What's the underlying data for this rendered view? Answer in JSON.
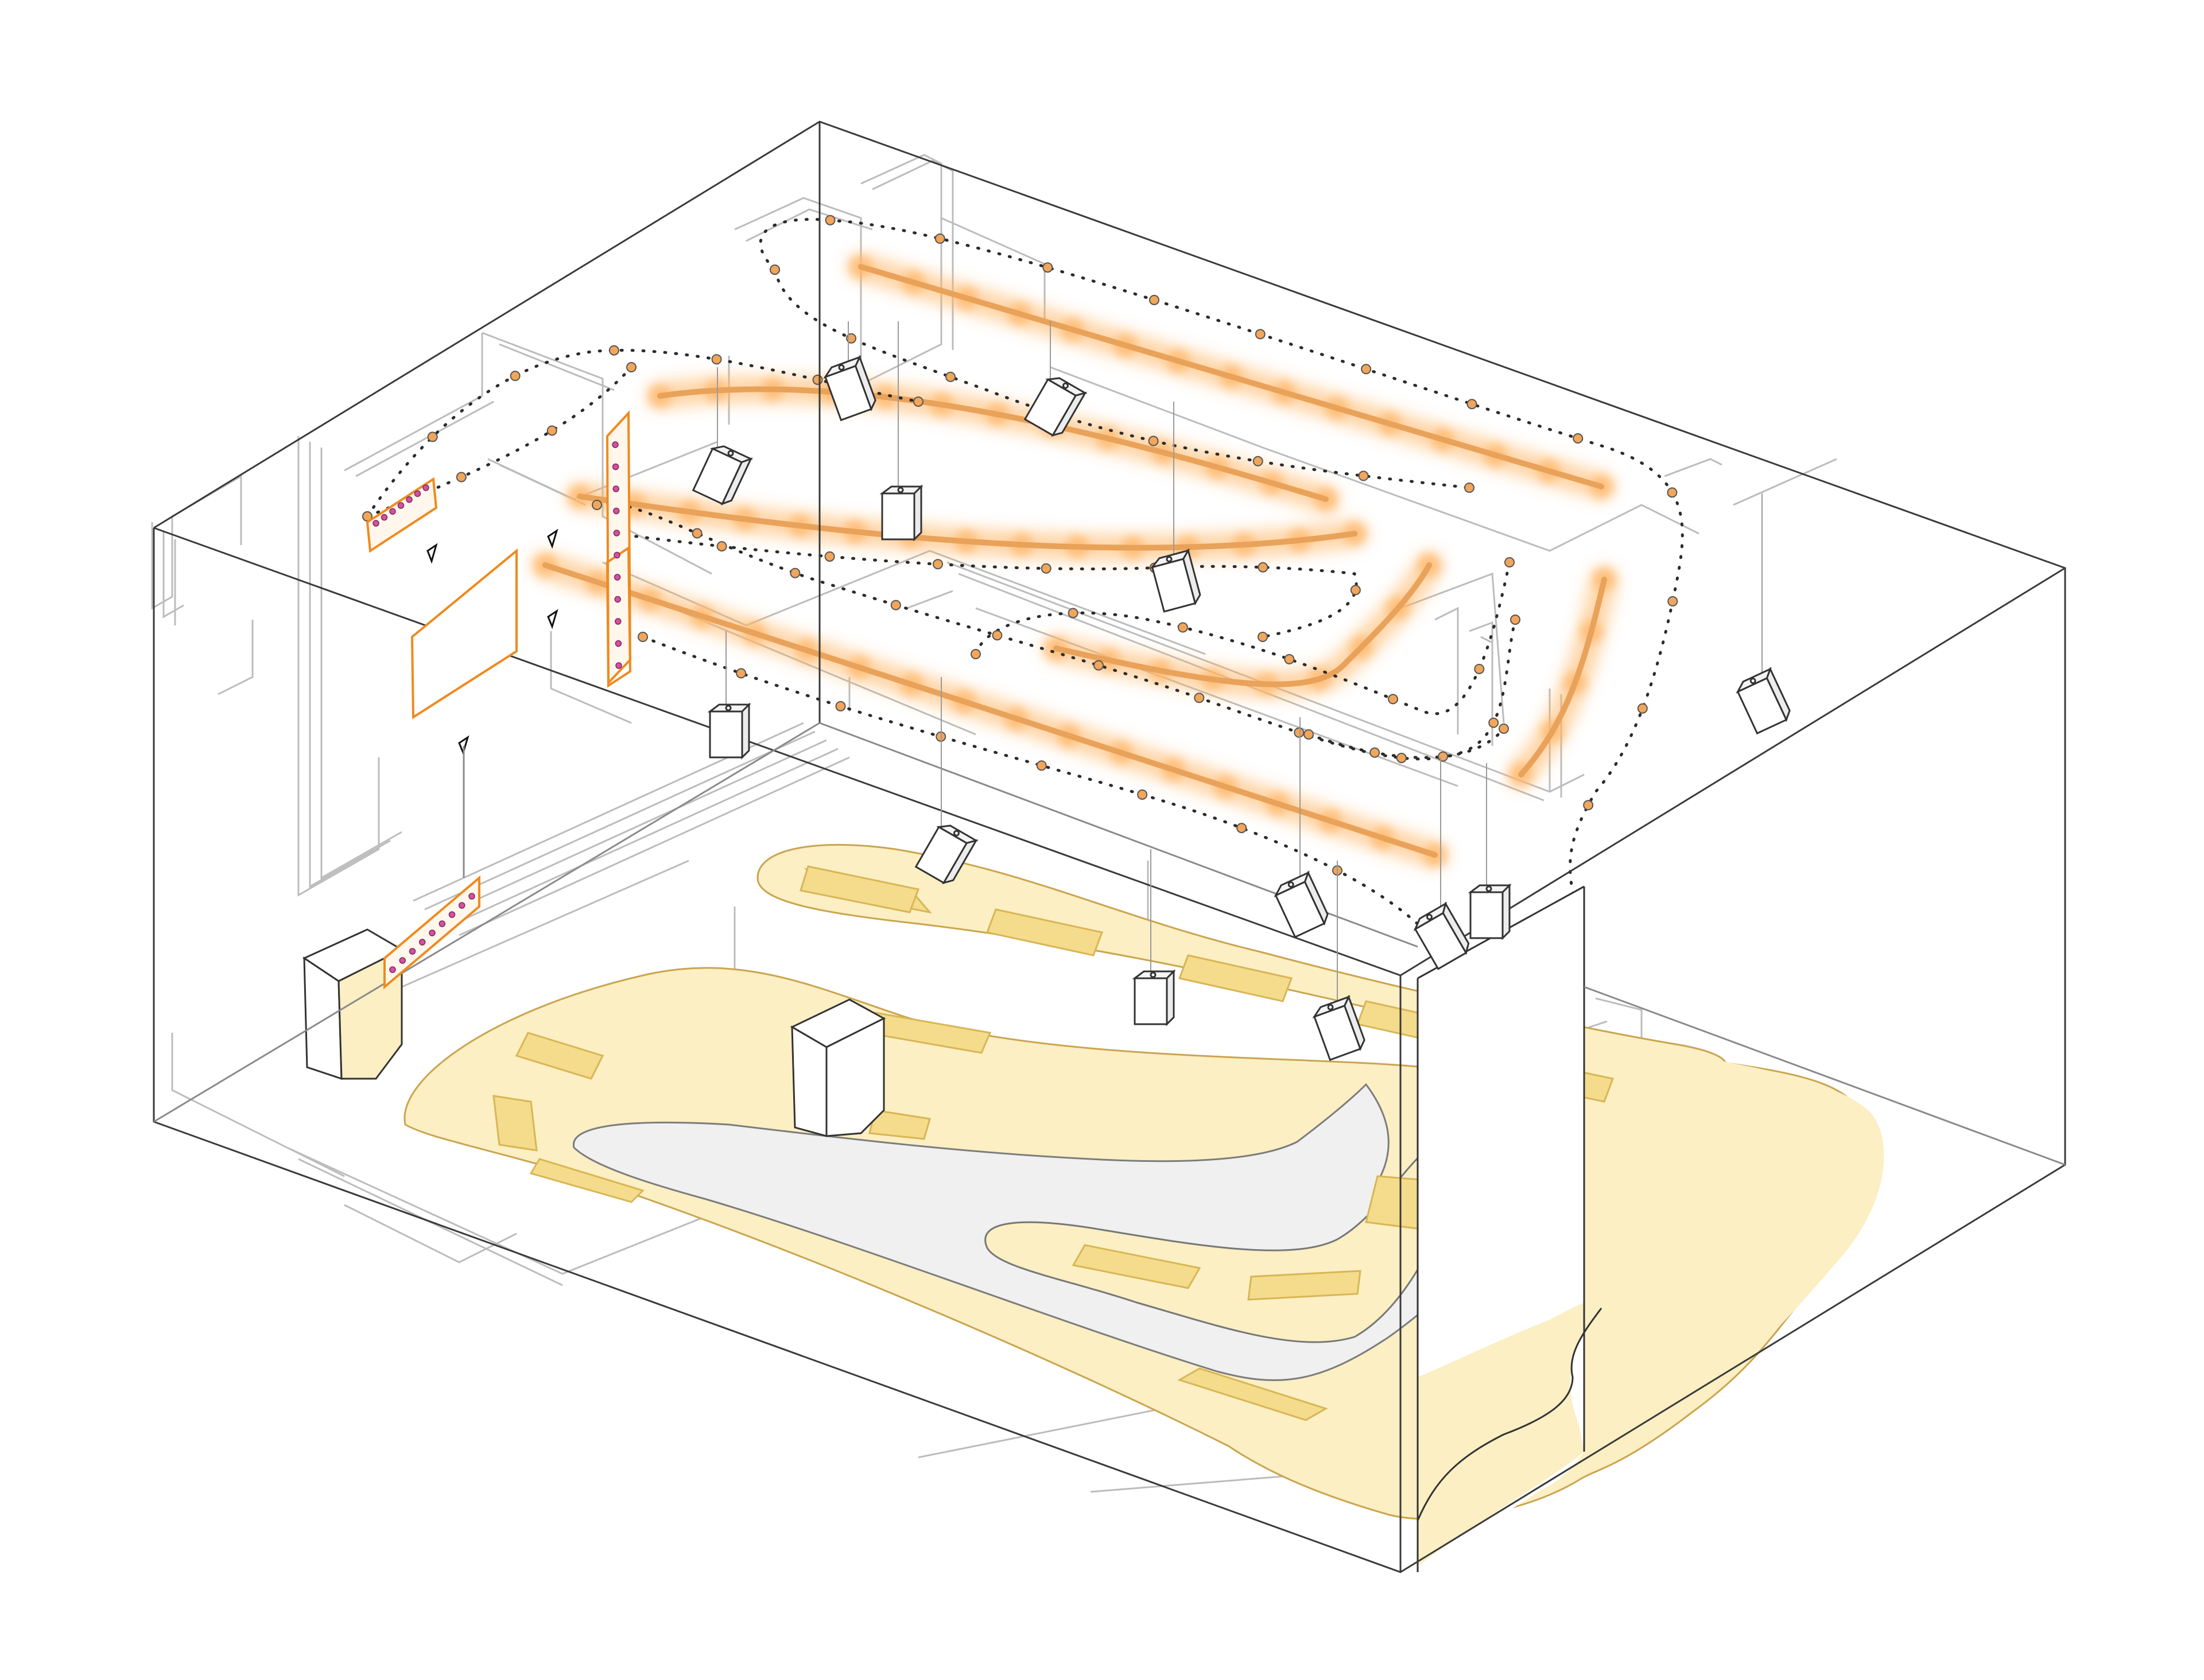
{
  "diagram": {
    "kind": "axonometric lighting layout",
    "text_labels": [],
    "colors": {
      "background": "#ffffff",
      "box_edge": "#3a3a3a",
      "wiring": "#b9b9b9",
      "floor_fill": "#fbefc3",
      "floor_stroke": "#caa44e",
      "pad_fill": "#f4dc8c",
      "gray_void": "#f0f0f0",
      "light_glow": "#ffb05a",
      "light_rail": "#e9a25a",
      "point_dot": "#f2a65a",
      "panel_stroke": "#ef8a1e",
      "pink_dot": "#d64fa0"
    },
    "counts": {
      "linear_light_rails": 8,
      "hanging_fixtures": 14,
      "floor_pads": 14,
      "plinths": 2,
      "dotted_circuits": 2
    },
    "icons": [
      "pendant-luminaire-icon",
      "wall-panel-icon",
      "plinth-icon",
      "floor-pad-icon"
    ]
  }
}
